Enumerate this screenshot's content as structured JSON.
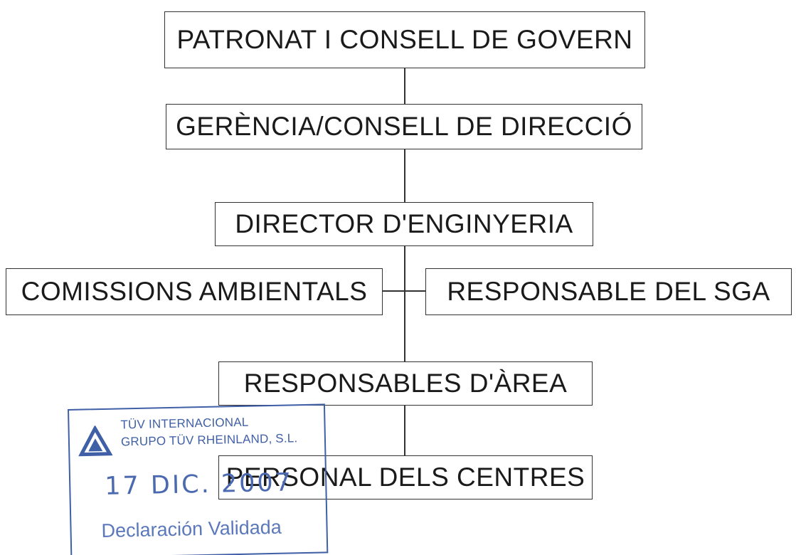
{
  "diagram": {
    "nodes": {
      "patronat": "PATRONAT I CONSELL DE GOVERN",
      "gerencia": "GERÈNCIA/CONSELL DE DIRECCIÓ",
      "director": "DIRECTOR D'ENGINYERIA",
      "comissions": "COMISSIONS AMBIENTALS",
      "responsable_sga": "RESPONSABLE DEL SGA",
      "responsables_area": "RESPONSABLES D'ÀREA",
      "personal": "PERSONAL DELS CENTRES"
    },
    "edges": [
      [
        "PATRONAT I CONSELL DE GOVERN",
        "GERÈNCIA/CONSELL DE DIRECCIÓ"
      ],
      [
        "GERÈNCIA/CONSELL DE DIRECCIÓ",
        "DIRECTOR D'ENGINYERIA"
      ],
      [
        "DIRECTOR D'ENGINYERIA",
        "COMISSIONS AMBIENTALS"
      ],
      [
        "DIRECTOR D'ENGINYERIA",
        "RESPONSABLE DEL SGA"
      ],
      [
        "DIRECTOR D'ENGINYERIA",
        "RESPONSABLES D'ÀREA"
      ],
      [
        "RESPONSABLES D'ÀREA",
        "PERSONAL DELS CENTRES"
      ]
    ]
  },
  "stamp": {
    "line1": "TÜV INTERNACIONAL",
    "line2": "GRUPO TÜV RHEINLAND, S.L.",
    "date": "17 DIC. 2007",
    "validated": "Declaración Validada",
    "color": "#3f5fa6"
  },
  "colors": {
    "box_border": "#333333",
    "text": "#1a1a1a",
    "stamp_ink": "#3f5fa6"
  }
}
